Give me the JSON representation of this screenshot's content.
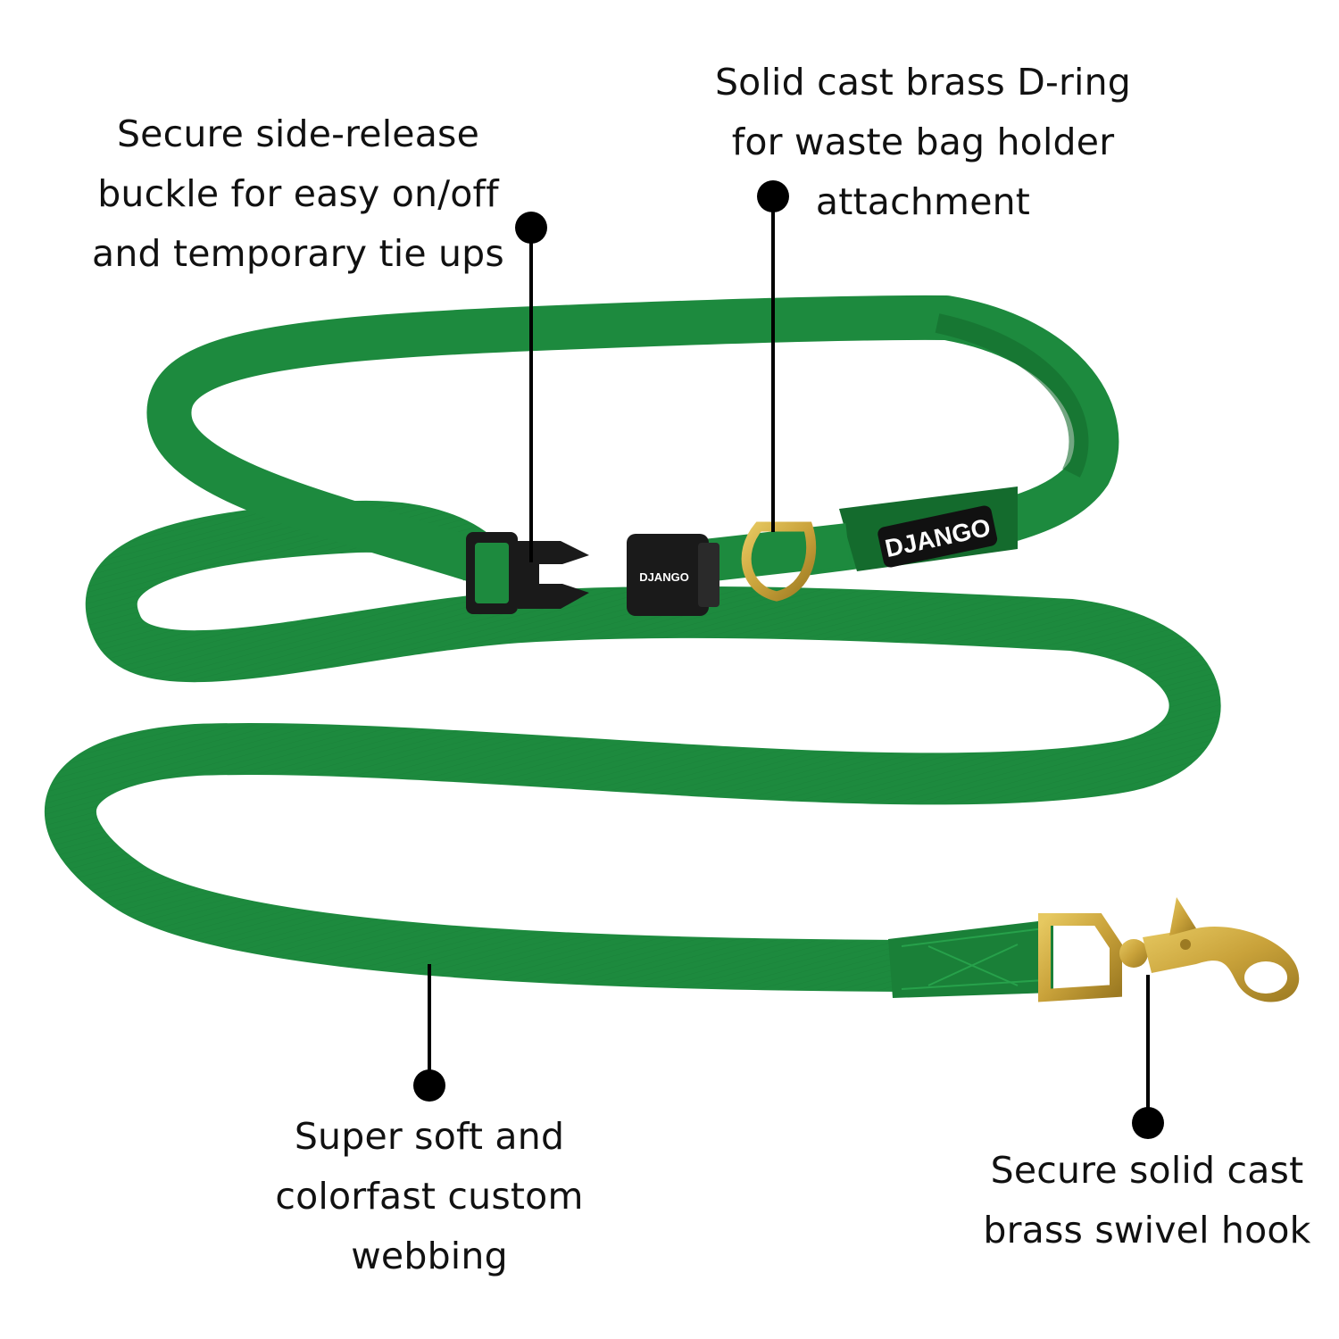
{
  "callouts": {
    "buckle": [
      "Secure side-release",
      "buckle for easy on/off",
      "and temporary tie ups"
    ],
    "dring": [
      "Solid cast brass D-ring",
      "for waste bag holder",
      "attachment"
    ],
    "webbing": [
      "Super soft and",
      "colorfast custom",
      "webbing"
    ],
    "hook": [
      "Secure solid cast",
      "brass swivel hook"
    ]
  },
  "branding": {
    "patch_logo": "DJANGO",
    "buckle_logo": "DJANGO"
  },
  "colors": {
    "background": "#ffffff",
    "webbing": "#1d8a3e",
    "webbing_dark": "#146b2d",
    "brass": "#c9a23a",
    "buckle": "#1a1a1a",
    "callout": "#000000"
  }
}
